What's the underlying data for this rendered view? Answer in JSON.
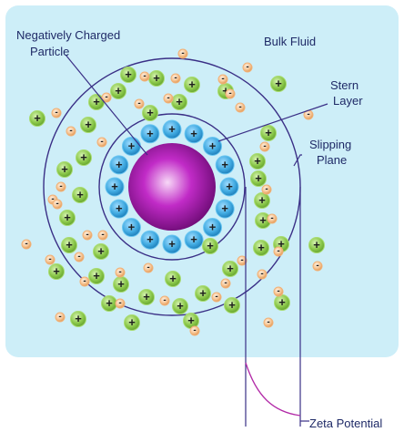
{
  "labels": {
    "particle": "Negatively Charged Particle",
    "particle_line1": "Negatively Charged",
    "particle_line2": "Particle",
    "bulk_fluid": "Bulk Fluid",
    "stern_line1": "Stern",
    "stern_line2": "Layer",
    "slipping_line1": "Slipping",
    "slipping_line2": "Plane",
    "zeta": "Zeta Potential"
  },
  "ion_symbols": {
    "positive": "+",
    "negative": "-"
  },
  "colors": {
    "fluid": "#cdeef8",
    "ring_line": "#3a2f86",
    "particle_core": "#f7d8f7",
    "particle_mid": "#c12bc7",
    "particle_edge": "#6a0a72",
    "stern_ion": "#3fa9e0",
    "stern_ion_dark": "#1978b4",
    "diffuse_ion": "#8bc84a",
    "diffuse_ion_dark": "#5f9e2b",
    "negative_ion": "#f5c18e",
    "negative_ion_dark": "#d88c45",
    "zeta_curve": "#b22aa7",
    "text": "#1f2a67"
  }
}
